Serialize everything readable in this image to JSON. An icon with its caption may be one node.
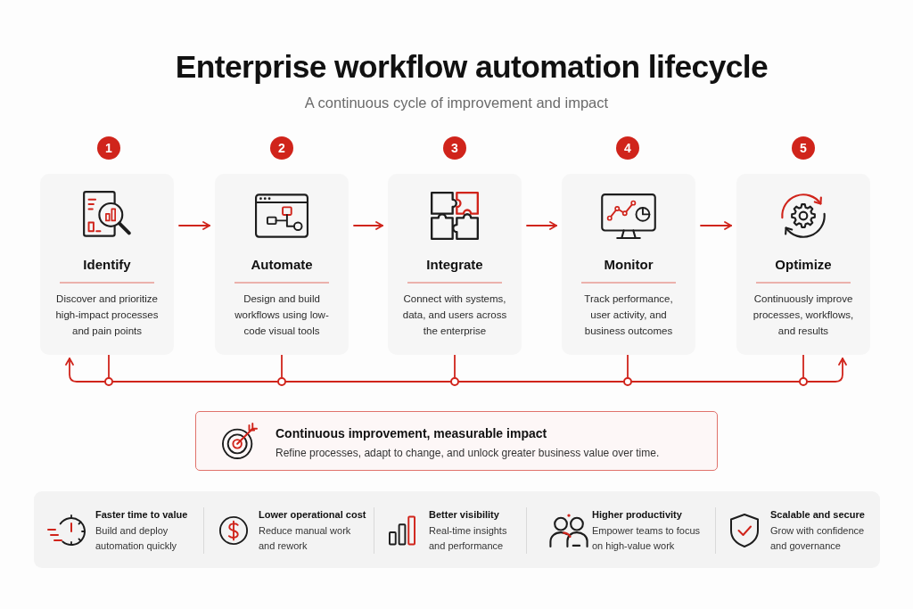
{
  "diagram": {
    "title": "Enterprise workflow automation lifecycle",
    "nodes": [
      {
        "text": [
          "1"
        ]
      },
      {
        "text": [
          "2"
        ]
      },
      {
        "text": [
          "3"
        ]
      },
      {
        "text": [
          "4"
        ]
      },
      {
        "text": [
          "5"
        ]
      },
      {
        "text": [
          "Identify",
          "Discover and prioritize high-impact processes and pain points"
        ]
      },
      {
        "text": [
          "Automate",
          "Design and build workflows using low-code visual tools"
        ]
      },
      {
        "text": [
          "Integrate",
          "Connect with systems, data, and users across the enterprise"
        ]
      },
      {
        "text": [
          "Monitor",
          "Track performance, user activity, and business outcomes"
        ]
      },
      {
        "text": [
          "Optimize",
          "Continuously improve processes, workflows, and results"
        ]
      },
      {
        "text": [],
        "shape": "circle"
      },
      {
        "text": [],
        "shape": "circle"
      },
      {
        "text": [],
        "shape": "circle"
      },
      {
        "text": [],
        "shape": "circle"
      },
      {
        "text": [],
        "shape": "circle"
      },
      {
        "text": [
          "Continuous improvement, measurable impact",
          "Refine processes, adapt to change, and unlock greater business value over time."
        ]
      },
      {
        "text": [],
        "shape": "box"
      },
      {
        "text": [
          "Faster time to value",
          "Build and deploy automation quickly"
        ],
        "in": 16
      },
      {
        "text": [
          "Lower operational cost",
          "Reduce manual work and rework"
        ],
        "in": 16
      },
      {
        "text": [
          "Better visibility",
          "Real-time insights and performance"
        ],
        "in": 16
      },
      {
        "text": [
          "Higher productivity",
          "Empower teams to focus on high-value work"
        ],
        "in": 16
      },
      {
        "text": [
          "Scalable and secure",
          "Grow with confidence and governance"
        ],
        "in": 16
      }
    ],
    "edges": [
      {
        "from": 5,
        "to": 6,
        "arrow": "to"
      },
      {
        "from": 6,
        "to": 7,
        "arrow": "to"
      },
      {
        "from": 7,
        "to": 8,
        "arrow": "to"
      },
      {
        "from": 8,
        "to": 9,
        "arrow": "to"
      },
      {
        "from": 5,
        "to": 10,
        "arrow": "none"
      },
      {
        "from": 6,
        "to": 11,
        "arrow": "none"
      },
      {
        "from": 7,
        "to": 12,
        "arrow": "none"
      },
      {
        "from": 8,
        "to": 13,
        "arrow": "none"
      },
      {
        "from": 9,
        "to": 14,
        "arrow": "none"
      },
      {
        "from": 10,
        "to": 11,
        "arrow": "none"
      },
      {
        "from": 11,
        "to": 12,
        "arrow": "none"
      },
      {
        "from": 12,
        "to": 13,
        "arrow": "none"
      },
      {
        "from": 13,
        "to": 14,
        "arrow": "none"
      },
      {
        "from": 10,
        "to": 5,
        "arrow": "to"
      },
      {
        "from": 14,
        "to": 9,
        "arrow": "to"
      }
    ],
    "labels": [
      "A continuous cycle of improvement and impact"
    ]
  }
}
